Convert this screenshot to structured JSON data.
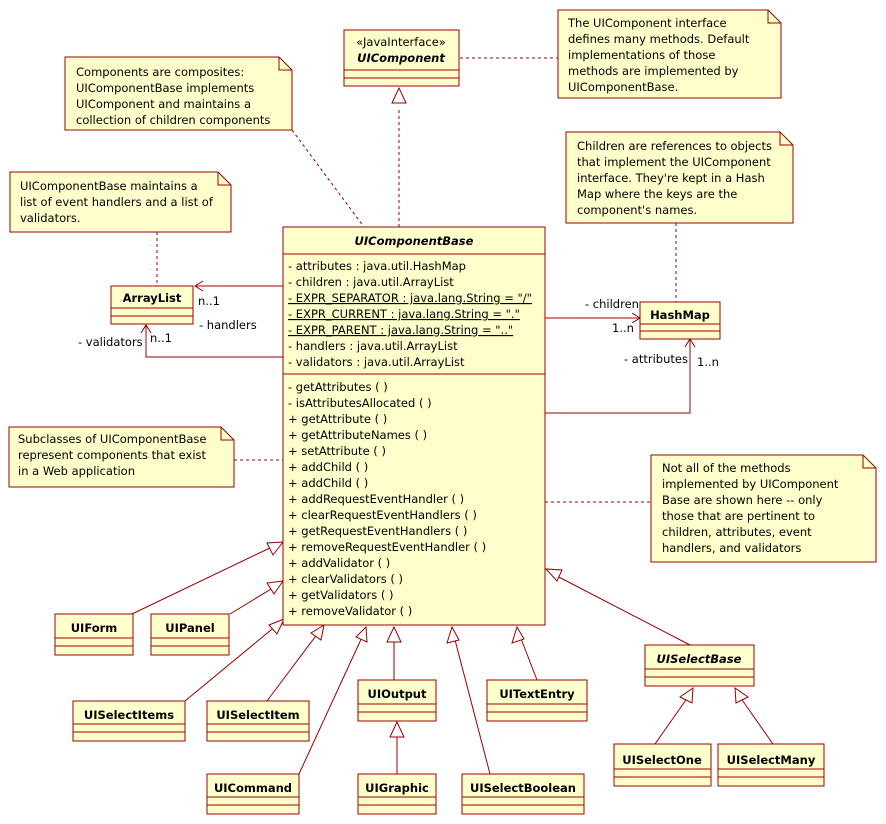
{
  "interface": {
    "stereotype": "«JavaInterface»",
    "name": "UIComponent"
  },
  "base": {
    "name": "UIComponentBase",
    "attributes": [
      "- attributes : java.util.HashMap",
      "- children : java.util.ArrayList",
      "- EXPR_SEPARATOR : java.lang.String = \"/\"",
      "- EXPR_CURRENT : java.lang.String = \".\"",
      "- EXPR_PARENT : java.lang.String = \"..\"",
      "- handlers : java.util.ArrayList",
      "- validators : java.util.ArrayList"
    ],
    "operations": [
      "- getAttributes ( )",
      "- isAttributesAllocated ( )",
      "+ getAttribute ( )",
      "+ getAttributeNames ( )",
      "+ setAttribute ( )",
      "+ addChild ( )",
      "+ addChild ( )",
      "+ addRequestEventHandler ( )",
      "+ clearRequestEventHandlers ( )",
      "+ getRequestEventHandlers ( )",
      "+ removeRequestEventHandler ( )",
      "+ addValidator ( )",
      "+ clearValidators ( )",
      "+ getValidators ( )",
      "+ removeValidator ( )"
    ]
  },
  "classes": {
    "arraylist": "ArrayList",
    "hashmap": "HashMap",
    "uiform": "UIForm",
    "uipanel": "UIPanel",
    "uiselectitems": "UISelectItems",
    "uiselectitem": "UISelectItem",
    "uioutput": "UIOutput",
    "uitextentry": "UITextEntry",
    "uiselectbase": "UISelectBase",
    "uigraphic": "UIGraphic",
    "uicommand": "UICommand",
    "uiselectboolean": "UISelectBoolean",
    "uiselectone": "UISelectOne",
    "uiselectmany": "UISelectMany"
  },
  "association_labels": {
    "handlers_mult": "n..1",
    "handlers_role": "- handlers",
    "validators_role": "- validators",
    "validators_mult": "n..1",
    "children_role": "- children",
    "children_mult": "1..n",
    "attributes_role": "- attributes",
    "attributes_mult": "1..n"
  },
  "notes": {
    "interface_note": [
      "The UIComponent interface",
      "defines many methods. Default",
      "implementations of those",
      "methods are implemented by",
      "UIComponentBase."
    ],
    "composite_note": [
      "Components are composites:",
      "UIComponentBase implements",
      "UIComponent and maintains a",
      "collection of children components"
    ],
    "children_note": [
      "Children are references to objects",
      "that implement the UIComponent",
      "interface. They're kept in a Hash",
      "Map where the keys are the",
      "component's names."
    ],
    "handlers_note": [
      "UIComponentBase maintains a",
      "list of event handlers and a list of",
      "validators."
    ],
    "subclasses_note": [
      "Subclasses of UIComponentBase",
      "represent components that exist",
      "in a Web application"
    ],
    "methods_note": [
      "Not all of the methods",
      "implemented by UIComponent",
      "Base are shown here -- only",
      "those that are pertinent to",
      "children, attributes, event",
      "handlers, and validators"
    ]
  }
}
